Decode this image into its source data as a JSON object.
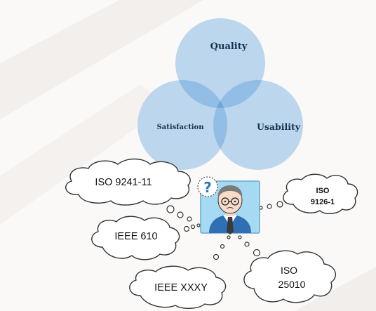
{
  "venn": {
    "circles": [
      {
        "label": "Quality"
      },
      {
        "label": "Satisfaction"
      },
      {
        "label": "Usability"
      }
    ],
    "fill_color": "#5b9bd5"
  },
  "clouds": [
    {
      "id": "iso9241",
      "lines": [
        "ISO 9241-11"
      ]
    },
    {
      "id": "iso9126",
      "lines": [
        "ISO",
        "9126-1"
      ]
    },
    {
      "id": "ieee610",
      "lines": [
        "IEEE 610"
      ]
    },
    {
      "id": "ieeexxxy",
      "lines": [
        "IEEE XXXY"
      ]
    },
    {
      "id": "iso25010",
      "lines": [
        "ISO",
        "25010"
      ]
    }
  ],
  "person": {
    "icon": "confused-man-icon",
    "thought_symbol": "?"
  },
  "colors": {
    "cloud_fill": "#ffffff",
    "cloud_stroke": "#333333",
    "portrait_background": "#a6daf2",
    "suit": "#2f70b5",
    "tie": "#3a3a3a"
  }
}
